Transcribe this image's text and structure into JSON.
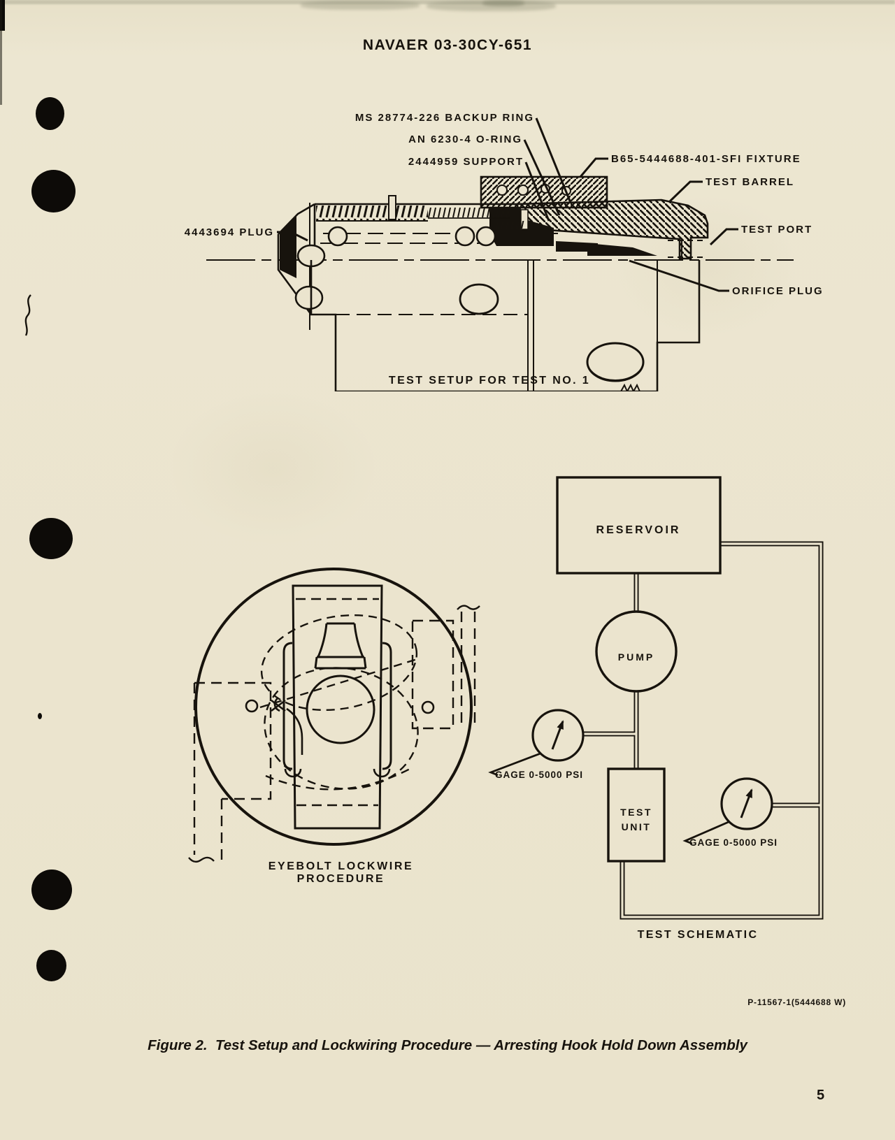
{
  "page": {
    "header": "NAVAER 03-30CY-651",
    "page_number": "5",
    "part_number": "P-11567-1(5444688 W)",
    "figure_caption": "Figure 2.  Test Setup and Lockwiring Procedure — Arresting Hook Hold Down Assembly",
    "colors": {
      "paper": "#ebe4ce",
      "ink": "#17130d"
    }
  },
  "test_setup": {
    "caption": "TEST SETUP FOR TEST NO. 1",
    "labels": {
      "backup_ring": "MS 28774-226 BACKUP RING",
      "o_ring": "AN 6230-4 O-RING",
      "support": "2444959 SUPPORT",
      "fixture": "B65-5444688-401-SFI FIXTURE",
      "test_barrel": "TEST BARREL",
      "test_port": "TEST PORT",
      "plug": "4443694 PLUG",
      "orifice_plug": "ORIFICE PLUG"
    }
  },
  "lockwire": {
    "caption": "EYEBOLT LOCKWIRE PROCEDURE"
  },
  "schematic": {
    "caption": "TEST SCHEMATIC",
    "reservoir": "RESERVOIR",
    "pump": "PUMP",
    "test_unit": [
      "TEST",
      "UNIT"
    ],
    "gage_left": "GAGE 0-5000 PSI",
    "gage_right": "GAGE 0-5000 PSI"
  }
}
